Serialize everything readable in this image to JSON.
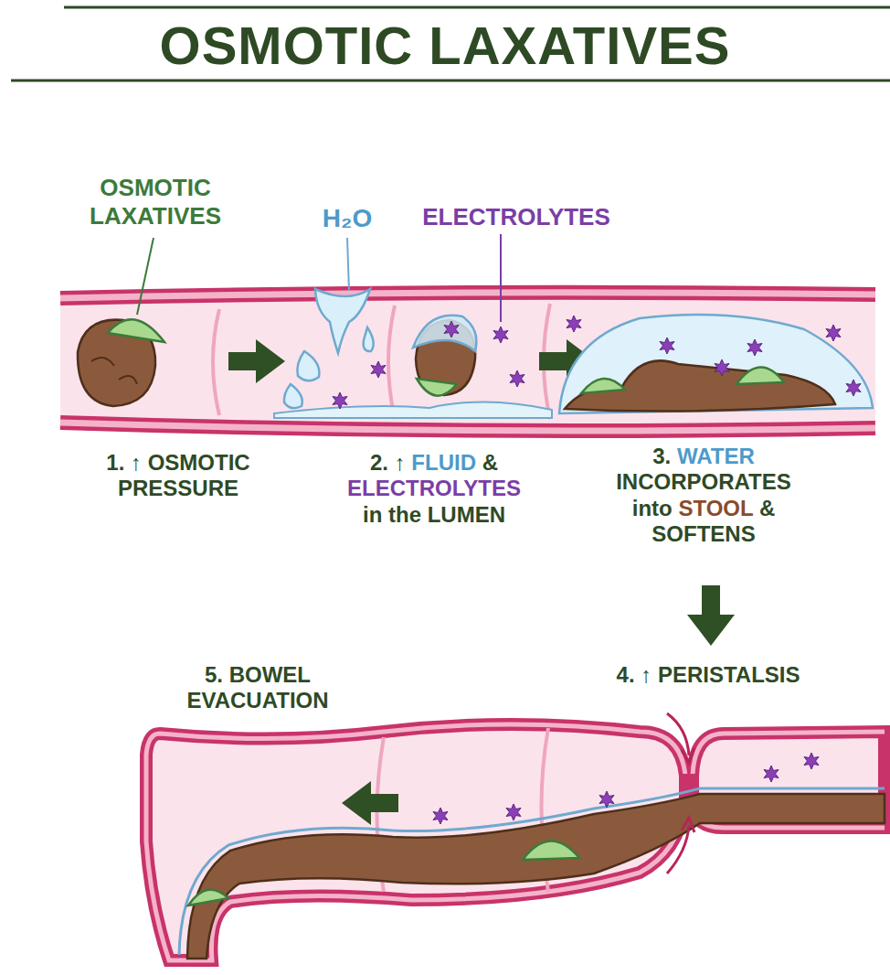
{
  "diagram": {
    "title": "OSMOTIC LAXATIVES",
    "labels": [
      "OSMOTIC LAXATIVES",
      "H₂O",
      "ELECTROLYTES",
      "1. ↑ OSMOTIC PRESSURE",
      "2. ↑ FLUID & ELECTROLYTES in the LUMEN",
      "3. WATER INCORPORATES into STOOL & SOFTENS",
      "4. ↑ PERISTALSIS",
      "5. BOWEL EVACUATION"
    ]
  }
}
